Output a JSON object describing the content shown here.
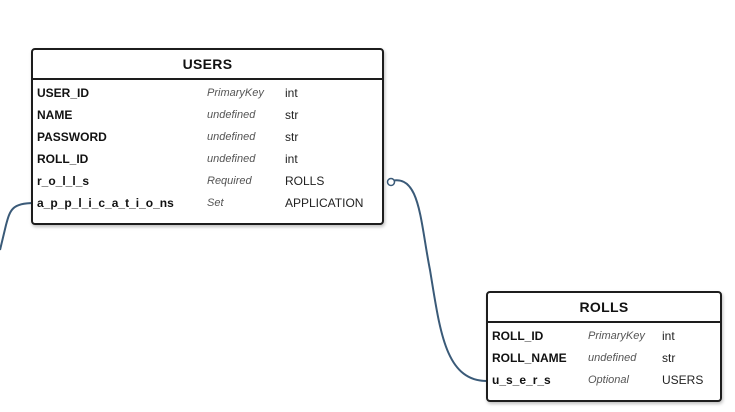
{
  "tables": [
    {
      "title": "USERS",
      "rows": [
        {
          "name": "USER_ID",
          "modifier": "PrimaryKey",
          "type": "int"
        },
        {
          "name": "NAME",
          "modifier": "undefined",
          "type": "str"
        },
        {
          "name": "PASSWORD",
          "modifier": "undefined",
          "type": "str"
        },
        {
          "name": "ROLL_ID",
          "modifier": "undefined",
          "type": "int"
        },
        {
          "name": "r_o_l_l_s",
          "modifier": "Required",
          "type": "ROLLS"
        },
        {
          "name": "a_p_p_l_i_c_a_t_i_o_ns",
          "modifier": "Set",
          "type": "APPLICATION"
        }
      ]
    },
    {
      "title": "ROLLS",
      "rows": [
        {
          "name": "ROLL_ID",
          "modifier": "PrimaryKey",
          "type": "int"
        },
        {
          "name": "ROLL_NAME",
          "modifier": "undefined",
          "type": "str"
        },
        {
          "name": "u_s_e_r_s",
          "modifier": "Optional",
          "type": "USERS"
        }
      ]
    }
  ],
  "colors": {
    "connector": "#3a5a78",
    "border": "#1d1d1d"
  }
}
